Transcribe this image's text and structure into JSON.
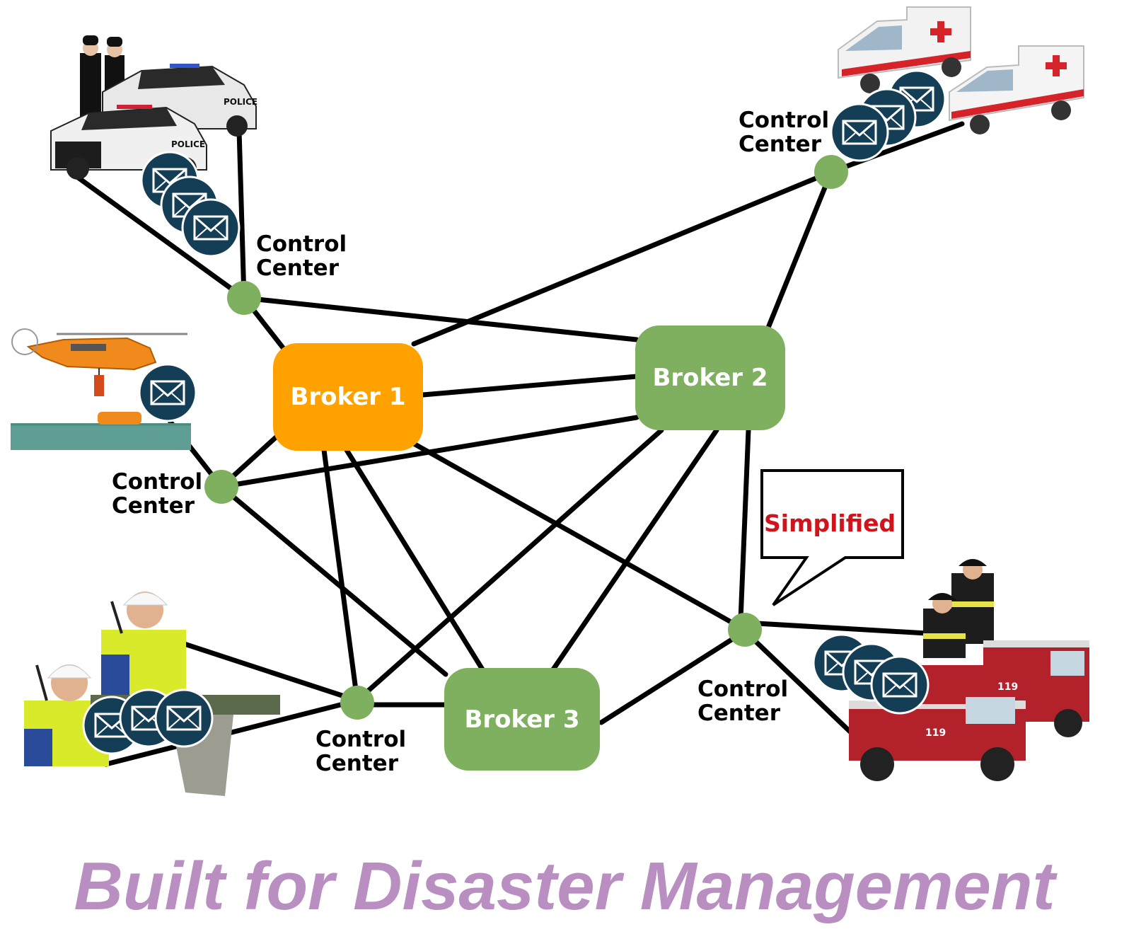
{
  "title": "Built for Disaster Management",
  "callout": "Simplified",
  "brokers": [
    {
      "label": "Broker 1",
      "color": "#ffa200"
    },
    {
      "label": "Broker 2",
      "color": "#7fb05f"
    },
    {
      "label": "Broker 3",
      "color": "#7fb05f"
    }
  ],
  "control_centers": [
    {
      "label_line1": "Control",
      "label_line2": "Center",
      "group": "police"
    },
    {
      "label_line1": "Control",
      "label_line2": "Center",
      "group": "ambulance"
    },
    {
      "label_line1": "Control",
      "label_line2": "Center",
      "group": "coast-guard"
    },
    {
      "label_line1": "Control",
      "label_line2": "Center",
      "group": "field-workers"
    },
    {
      "label_line1": "Control",
      "label_line2": "Center",
      "group": "fire"
    }
  ],
  "colors": {
    "node": "#7fb05f",
    "message_icon": "#143d56",
    "title": "#b98ec1",
    "callout_text": "#d0141b"
  },
  "icons": [
    "police-icon",
    "ambulance-icon",
    "helicopter-icon",
    "worker-icon",
    "fire-truck-icon",
    "envelope-icon"
  ]
}
